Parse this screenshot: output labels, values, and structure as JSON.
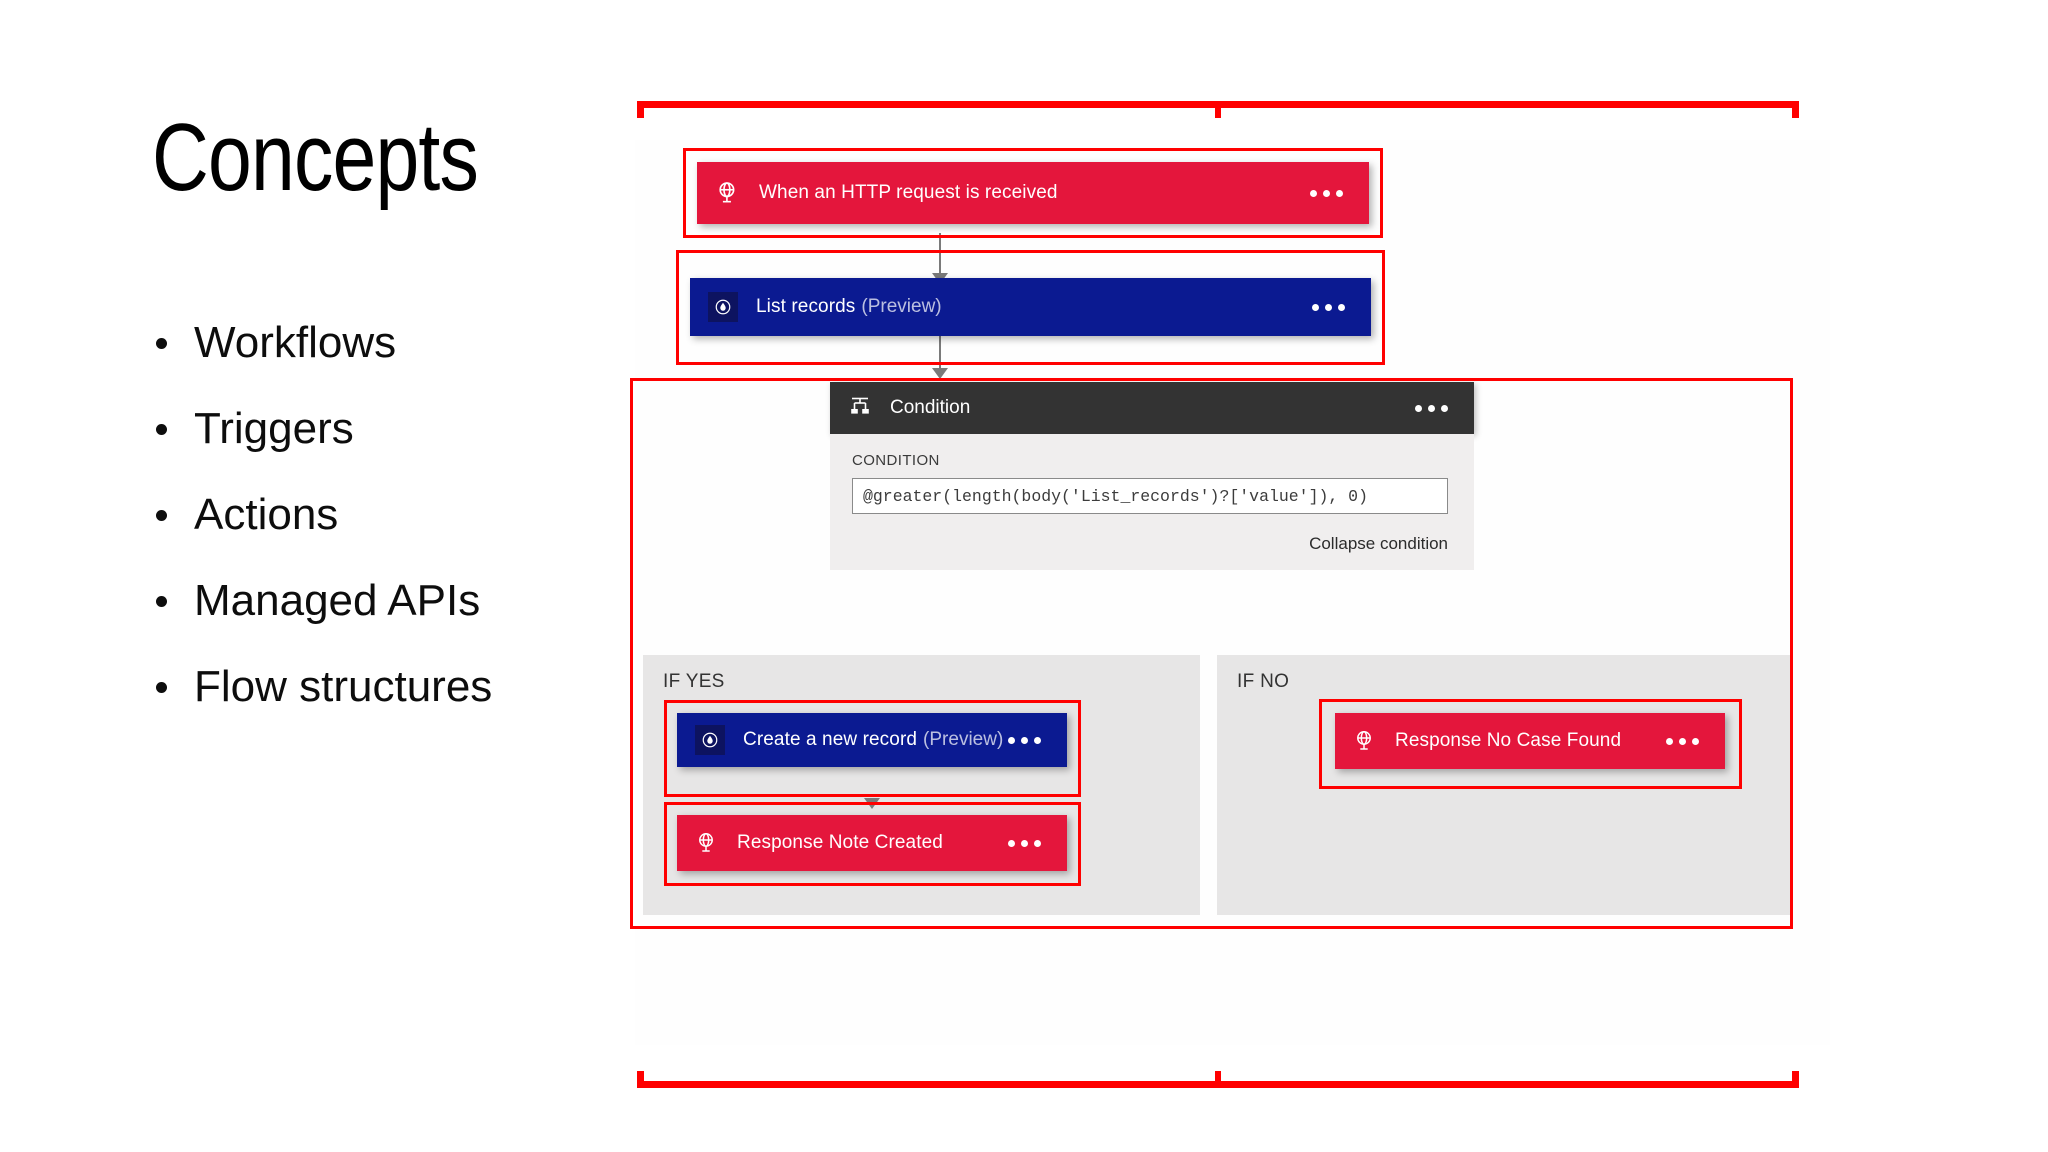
{
  "slide": {
    "title": "Concepts",
    "bullets": [
      {
        "label": "Workflows"
      },
      {
        "label": "Triggers"
      },
      {
        "label": "Actions"
      },
      {
        "label": "Managed APIs"
      },
      {
        "label": "Flow structures"
      }
    ]
  },
  "colors": {
    "trigger_red": "#E4163C",
    "action_blue": "#0B1A91",
    "condition_header": "#333333",
    "annotation_red": "#FF0000",
    "branch_panel": "#E7E6E6"
  },
  "flow": {
    "trigger": {
      "title": "When an HTTP request is received",
      "preview": "",
      "icon": "http-request-globe-icon",
      "color": "#E4163C",
      "menu": "more-options"
    },
    "list_records": {
      "title": "List records",
      "preview": "(Preview)",
      "icon": "common-data-service-icon",
      "color": "#0B1A91",
      "menu": "more-options"
    },
    "condition": {
      "title": "Condition",
      "icon": "condition-branch-icon",
      "field_label": "CONDITION",
      "expression": "@greater(length(body('List_records')?['value']), 0)",
      "collapse_link": "Collapse condition",
      "menu": "more-options"
    },
    "branches": [
      {
        "label": "IF YES",
        "cards": [
          {
            "title": "Create a new record",
            "preview": "(Preview)",
            "icon": "common-data-service-icon",
            "color": "#0B1A91",
            "menu": "more-options"
          },
          {
            "title": "Response Note Created",
            "preview": "",
            "icon": "http-response-globe-icon",
            "color": "#E4163C",
            "menu": "more-options"
          }
        ]
      },
      {
        "label": "IF NO",
        "cards": [
          {
            "title": "Response No Case Found",
            "preview": "",
            "icon": "http-response-globe-icon",
            "color": "#E4163C",
            "menu": "more-options"
          }
        ]
      }
    ]
  }
}
